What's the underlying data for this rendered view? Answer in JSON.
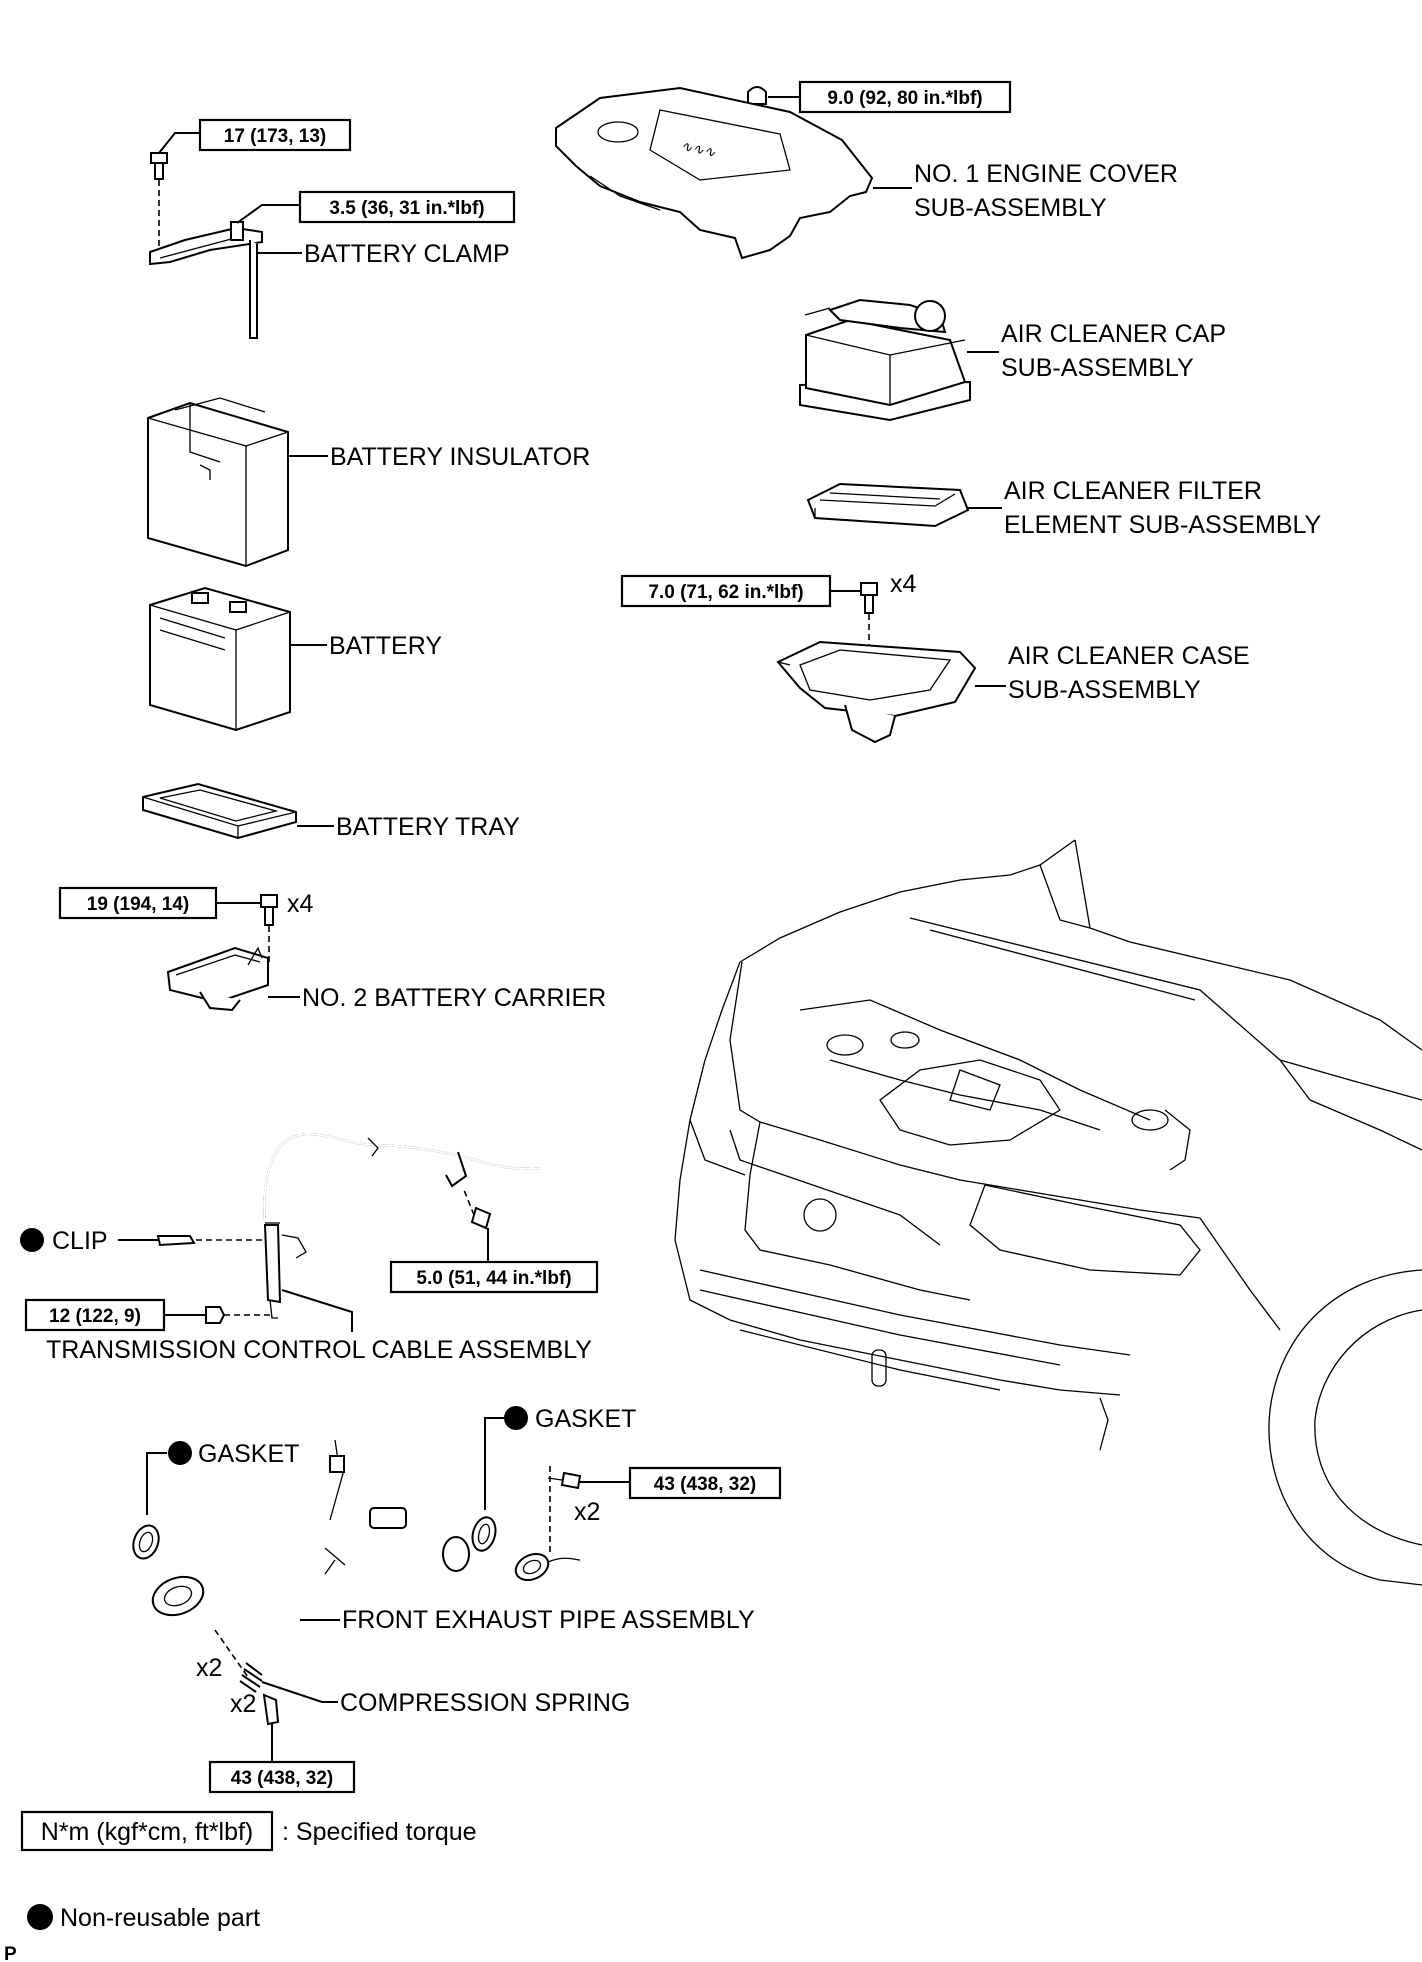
{
  "parts": {
    "battery_clamp": "BATTERY CLAMP",
    "battery_insulator": "BATTERY INSULATOR",
    "battery": "BATTERY",
    "battery_tray": "BATTERY TRAY",
    "no2_battery_carrier": "NO. 2 BATTERY CARRIER",
    "engine_cover_1": "NO. 1 ENGINE COVER",
    "engine_cover_2": "SUB-ASSEMBLY",
    "air_cleaner_cap_1": "AIR CLEANER CAP",
    "air_cleaner_cap_2": "SUB-ASSEMBLY",
    "air_filter_1": "AIR CLEANER FILTER",
    "air_filter_2": "ELEMENT SUB-ASSEMBLY",
    "air_case_1": "AIR CLEANER CASE",
    "air_case_2": "SUB-ASSEMBLY",
    "clip": "CLIP",
    "transmission_cable": "TRANSMISSION CONTROL CABLE ASSEMBLY",
    "gasket_left": "GASKET",
    "gasket_right": "GASKET",
    "front_exhaust_pipe": "FRONT EXHAUST PIPE ASSEMBLY",
    "compression_spring": "COMPRESSION SPRING"
  },
  "torques": {
    "clamp_bolt": "17 (173, 13)",
    "clamp_nut": "3.5 (36, 31 in.*lbf)",
    "engine_cover_nut": "9.0 (92, 80 in.*lbf)",
    "air_case_bolt": "7.0 (71, 62 in.*lbf)",
    "carrier_bolt": "19 (194, 14)",
    "cable_bracket_bolt": "5.0 (51, 44 in.*lbf)",
    "cable_nut": "12 (122, 9)",
    "exhaust_flange_bolt": "43 (438, 32)",
    "exhaust_bolt_lower": "43 (438, 32)"
  },
  "quantities": {
    "air_case_bolts": "x4",
    "carrier_bolts": "x4",
    "exhaust_flange_bolts": "x2",
    "springs": "x2",
    "exhaust_lower_bolts": "x2"
  },
  "legend": {
    "torque_unit": "N*m (kgf*cm, ft*lbf)",
    "torque_desc": ": Specified torque",
    "non_reusable": "Non-reusable part"
  },
  "footer_mark": "P"
}
